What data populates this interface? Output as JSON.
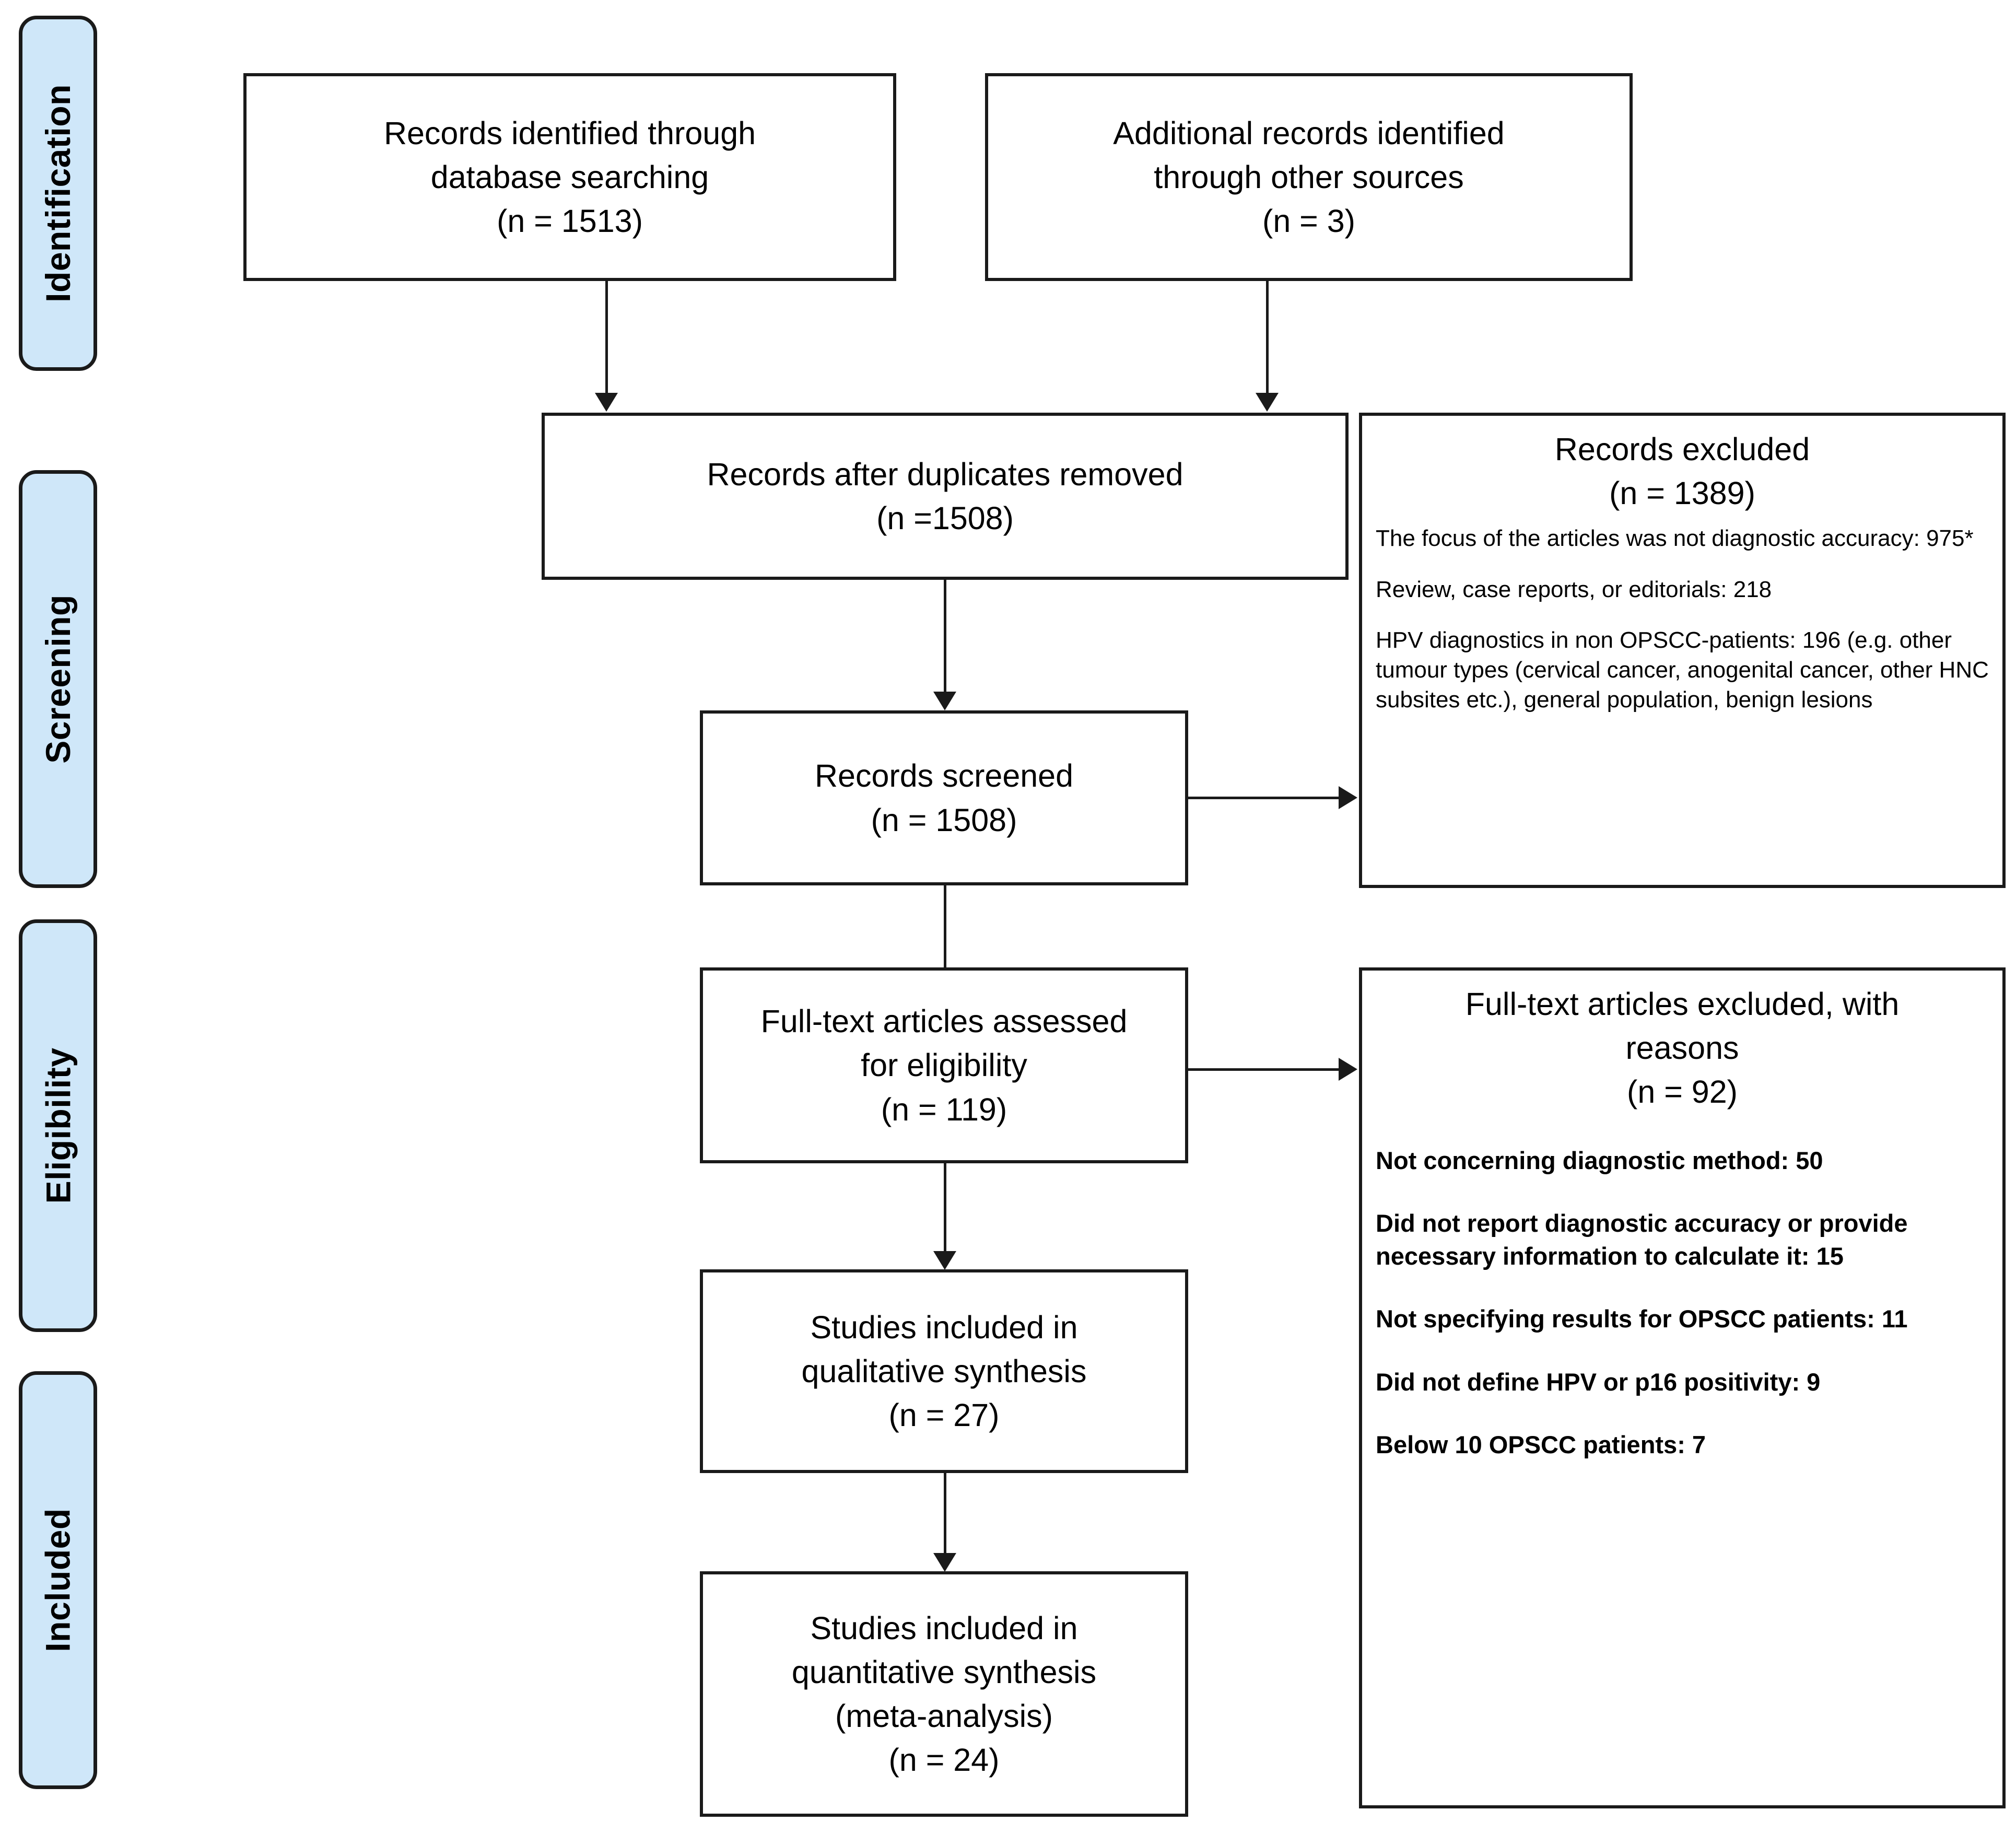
{
  "diagram": {
    "type": "prisma-flow-diagram",
    "stages": [
      {
        "id": "identification",
        "label": "Identification"
      },
      {
        "id": "screening",
        "label": "Screening"
      },
      {
        "id": "eligibility",
        "label": "Eligibility"
      },
      {
        "id": "included",
        "label": "Included"
      }
    ],
    "boxes": {
      "database_search": {
        "line1": "Records identified through",
        "line2": "database searching",
        "line3": "(n = 1513)"
      },
      "other_sources": {
        "line1": "Additional records identified",
        "line2": "through other sources",
        "line3": "(n = 3)"
      },
      "duplicates_removed": {
        "line1": "Records after duplicates removed",
        "line2": "(n =1508)"
      },
      "records_screened": {
        "line1": "Records screened",
        "line2": "(n = 1508)"
      },
      "records_excluded": {
        "title": "Records excluded",
        "count": "(n = 1389)",
        "reasons": [
          "The focus of the articles was not diagnostic accuracy: 975*",
          "Review, case reports, or editorials: 218",
          "HPV diagnostics in non OPSCC-patients: 196 (e.g. other tumour types (cervical cancer, anogenital cancer, other HNC subsites etc.), general population, benign lesions"
        ]
      },
      "fulltext_assessed": {
        "line1": "Full-text articles assessed",
        "line2": "for eligibility",
        "line3": "(n = 119)"
      },
      "fulltext_excluded": {
        "title_line1": "Full-text articles excluded, with",
        "title_line2": "reasons",
        "count": "(n = 92)",
        "reasons": [
          "Not concerning diagnostic method: 50",
          "Did not report diagnostic accuracy or provide necessary information to calculate it: 15",
          "Not specifying results for OPSCC patients: 11",
          "Did not define HPV or p16 positivity: 9",
          "Below 10 OPSCC patients: 7"
        ]
      },
      "qualitative_synthesis": {
        "line1": "Studies included in",
        "line2": "qualitative synthesis",
        "line3": "(n = 27)"
      },
      "quantitative_synthesis": {
        "line1": "Studies included in",
        "line2": "quantitative synthesis",
        "line3": "(meta-analysis)",
        "line4": "(n = 24)"
      }
    },
    "colors": {
      "stage_tab_fill": "#cfe7f9",
      "stroke": "#1a1a1a",
      "box_fill": "#ffffff"
    }
  }
}
